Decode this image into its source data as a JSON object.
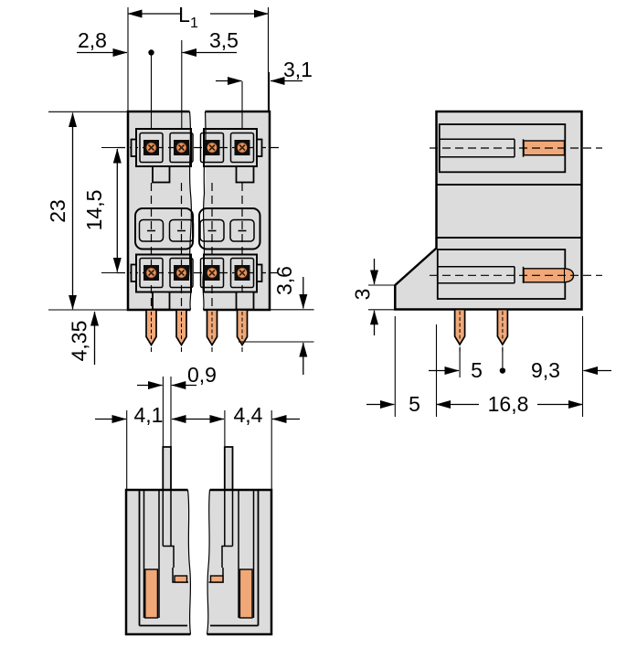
{
  "drawing": {
    "type": "connector-technical-drawing",
    "colors": {
      "background": "#ffffff",
      "body_fill": "#dcdcdc",
      "outline": "#000000",
      "copper": "#f0a878",
      "contact_dark": "#0d0d0d",
      "screw": "#e8945c"
    },
    "views": {
      "front": {
        "dimensions": {
          "overall_length_main": "L",
          "overall_length_sub": "1",
          "left_edge_to_pin": "2,8",
          "pole_pitch": "3,5",
          "pin_to_right_edge": "3,1",
          "total_height": "23",
          "contact_row_spacing": "14,5",
          "pin_protrusion": "3,6",
          "pin_length": "4,35"
        }
      },
      "bottom": {
        "dimensions": {
          "slot_width": "0,9",
          "left_section_width": "4,1",
          "right_section_width": "4,4"
        }
      },
      "side": {
        "dimensions": {
          "foot_height": "3",
          "pin_spacing": "5",
          "pin_to_back_edge": "9,3",
          "foot_depth": "5",
          "overall_depth": "16,8"
        }
      }
    }
  }
}
